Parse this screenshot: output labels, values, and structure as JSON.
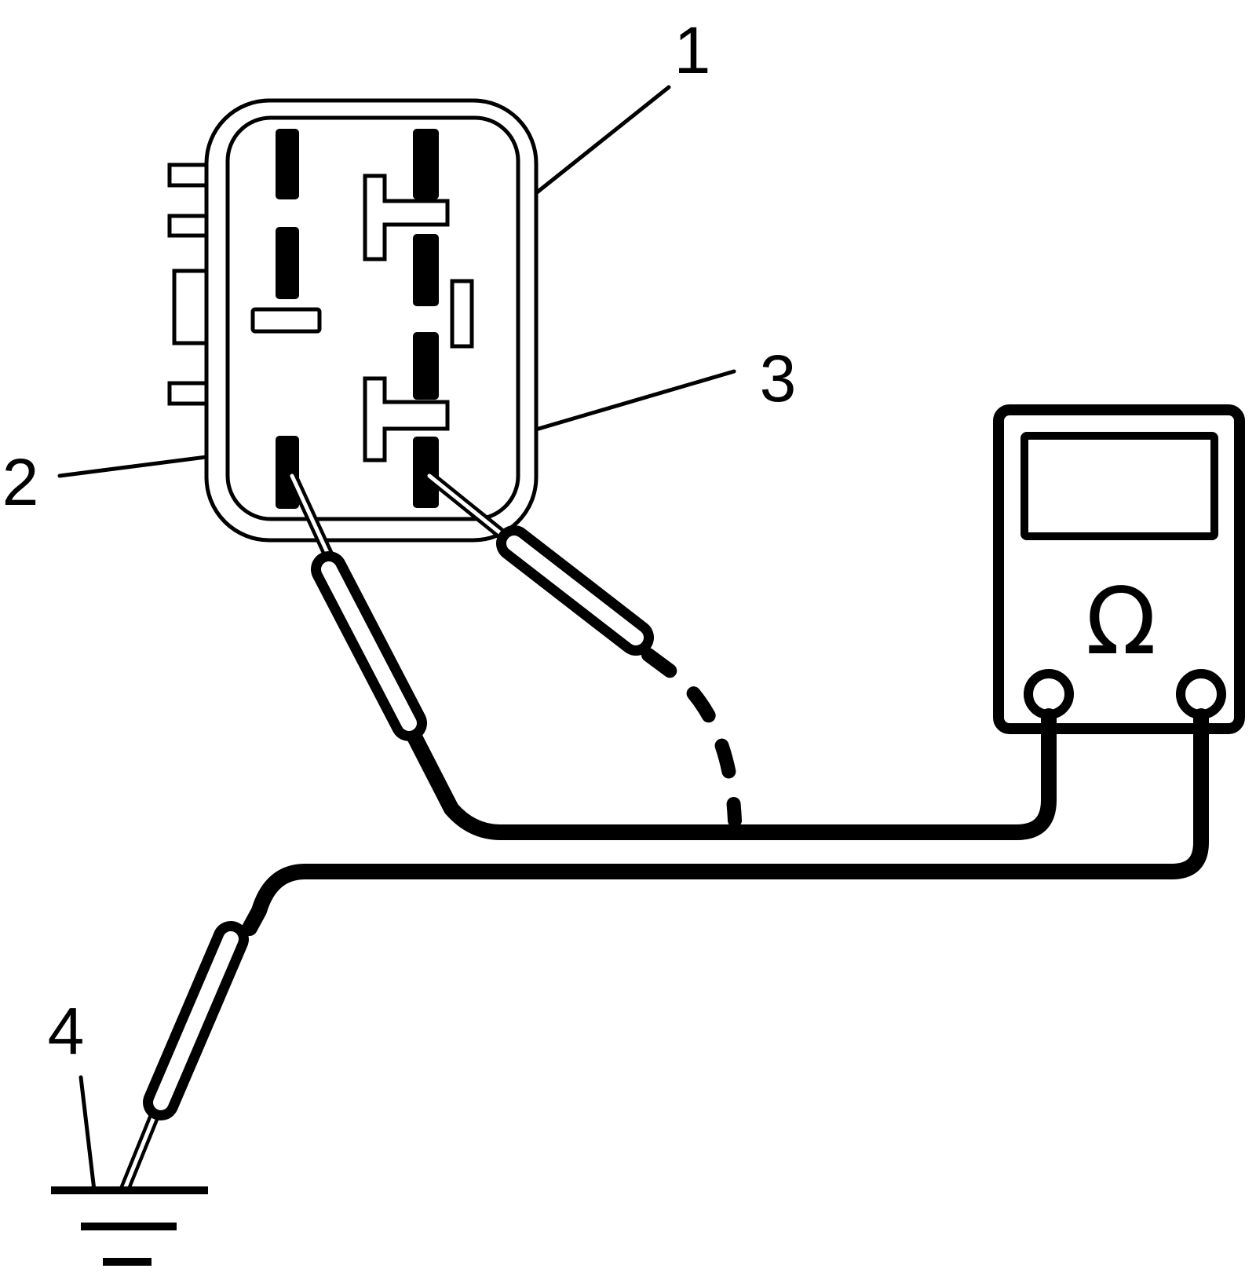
{
  "diagram": {
    "callouts": [
      {
        "id": "1",
        "label": "1"
      },
      {
        "id": "2",
        "label": "2"
      },
      {
        "id": "3",
        "label": "3"
      },
      {
        "id": "4",
        "label": "4"
      }
    ],
    "meter": {
      "function_symbol": "Ω"
    }
  }
}
